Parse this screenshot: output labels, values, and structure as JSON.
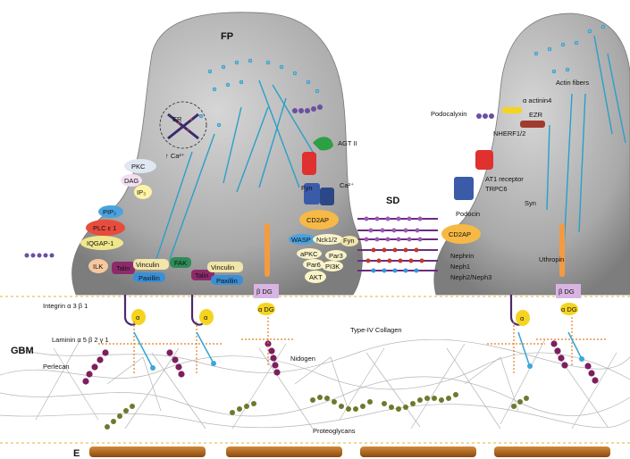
{
  "regions": {
    "fp": "FP",
    "sd": "SD",
    "gbm": "GBM",
    "e": "E"
  },
  "labels": {
    "er": "ER",
    "ca_er": "↑ Ca²⁺",
    "pkc": "PKC",
    "dag": "DAG",
    "ip3": "IP₃",
    "pip2": "PIP₂",
    "plc": "PLC ε 1",
    "iqgap": "IQGAP-1",
    "ilk": "ILK",
    "talin_left": "Talin",
    "vinculin_left": "Vinculin",
    "paxillin_left": "Paxillin",
    "fak": "FAK",
    "talin_mid": "Talin",
    "vinculin_mid": "Vinculin",
    "paxillin_mid": "Paxillin",
    "agt2": "AGT II",
    "ca_mid": "Ca²⁺",
    "fyn_top": "Fyn",
    "cd2ap_left": "CD2AP",
    "wasp": "WASP",
    "nck": "Nck1/2",
    "fyn_mid": "Fyn",
    "apkc": "aPKC",
    "par3": "Par3",
    "par6": "Par6",
    "pi3k": "PI3K",
    "akt": "AKT",
    "podocalyxin": "Podocalyxin",
    "nherf": "NHERF1/2",
    "ezr": "EZR",
    "actinin4": "α actinin4",
    "actin_fibers": "Actin fibers",
    "at1_receptor": "AT1 receptor",
    "trpc6": "TRPC6",
    "podocin": "Podocin",
    "cd2ap_right": "CD2AP",
    "nephrin": "Nephrin",
    "neph1": "Neph1",
    "neph23": "Neph2/Neph3",
    "syn": "Syn",
    "uthropin": "Uthropin",
    "beta_dg_left": "β DG",
    "alpha_dg_left": "α DG",
    "beta_dg_right": "β DG",
    "alpha_dg_right": "α DG",
    "integrin": "Integrin α 3 β 1",
    "alpha_1": "α",
    "alpha_2": "α",
    "alpha_3": "α",
    "laminin": "Laminin α 5 β 2 γ 1",
    "perlecan": "Perlecan",
    "collagen": "Type-IV Collagen",
    "nidogen": "Nidogen",
    "proteoglycans": "Proteoglycans"
  },
  "colors": {
    "cell_body": "#8f8f8f",
    "actin": "#2a9fc9",
    "slit_dots": "#c0392b",
    "integrin_yellow": "#f5d421",
    "laminin_purple": "#7d1f5f",
    "proteoglycan_green": "#6b7a2c",
    "endothelium": "#b0661e",
    "gbm_border": "#e8c35a"
  }
}
